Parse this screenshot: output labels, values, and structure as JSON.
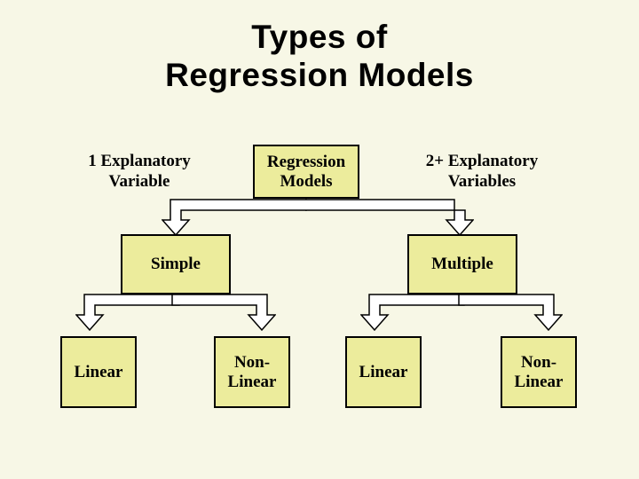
{
  "slide": {
    "title_line1": "Types of",
    "title_line2": "Regression Models",
    "background_color": "#f7f7e6",
    "box_fill_color": "#ecec9c",
    "box_border_color": "#000000",
    "text_color": "#000000"
  },
  "labels": {
    "left_label": "1 Explanatory\nVariable",
    "left_label_line1": "1 Explanatory",
    "left_label_line2": "Variable",
    "right_label_line1": "2+ Explanatory",
    "right_label_line2": "Variables"
  },
  "nodes": {
    "root": "Regression\nModels",
    "root_line1": "Regression",
    "root_line2": "Models",
    "simple": "Simple",
    "multiple": "Multiple",
    "simple_linear": "Linear",
    "simple_nonlinear_line1": "Non-",
    "simple_nonlinear_line2": "Linear",
    "multiple_linear": "Linear",
    "multiple_nonlinear_line1": "Non-",
    "multiple_nonlinear_line2": "Linear"
  },
  "connectors": [
    {
      "name": "arrow-root-to-simple"
    },
    {
      "name": "arrow-root-to-multiple"
    },
    {
      "name": "arrow-simple-to-linear"
    },
    {
      "name": "arrow-simple-to-nonlinear"
    },
    {
      "name": "arrow-multiple-to-linear"
    },
    {
      "name": "arrow-multiple-to-nonlinear"
    }
  ]
}
